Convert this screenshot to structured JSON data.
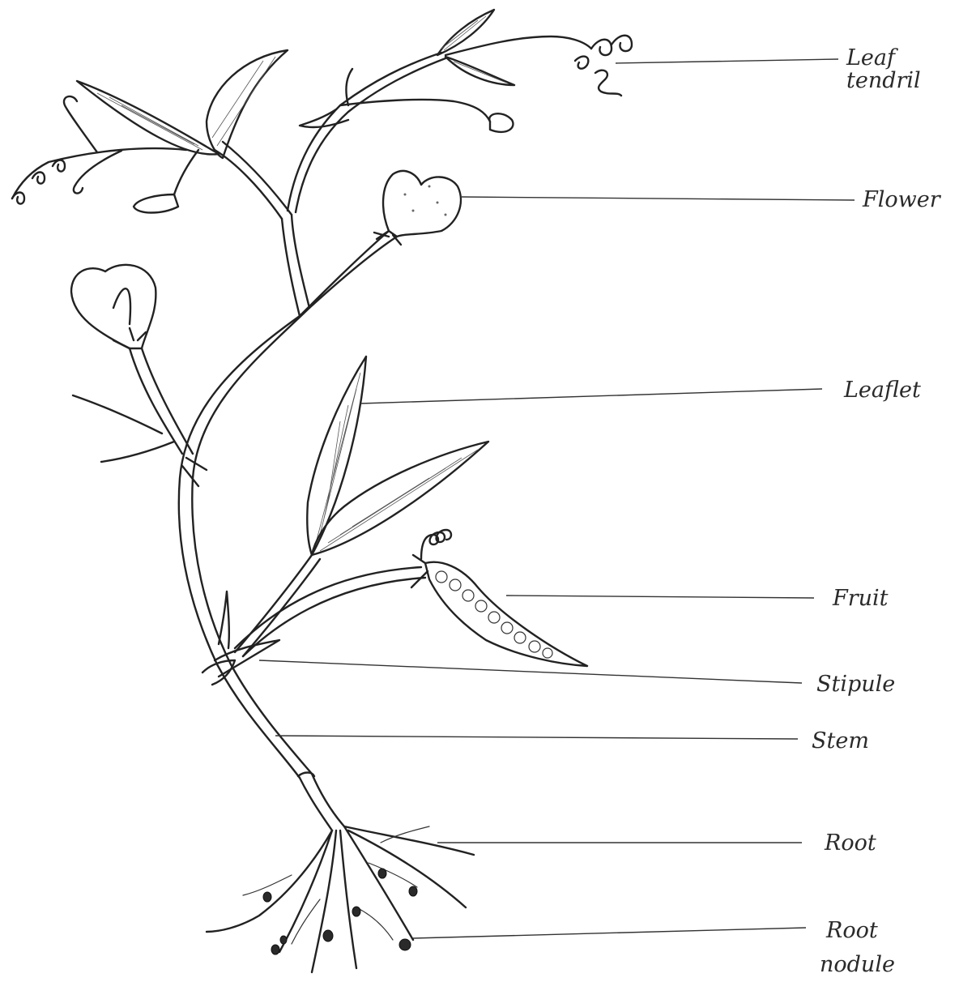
{
  "labels": {
    "leaf_tendril_line1": "Leaf",
    "leaf_tendril_line2": "tendril",
    "flower": "Flower",
    "leaflet": "Leaflet",
    "fruit": "Fruit",
    "stipule": "Stipule",
    "stem": "Stem",
    "root": "Root",
    "root_nodule_line1": "Root",
    "root_nodule_line2": "nodule"
  }
}
